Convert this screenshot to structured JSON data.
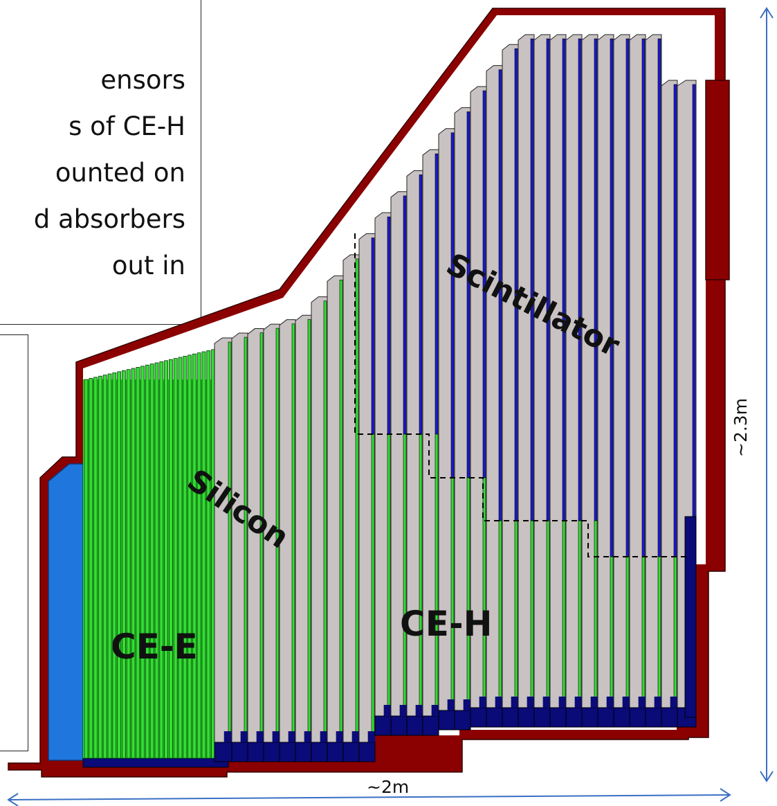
{
  "caption": {
    "lines": [
      "ensors",
      "s of CE-H",
      "ounted on",
      "d absorbers",
      "out in"
    ]
  },
  "labels": {
    "ce_e": "CE-E",
    "ce_h": "CE-H",
    "silicon": "Silicon",
    "scintillator": "Scintillator"
  },
  "dimensions": {
    "width": "~2m",
    "height": "~2.3m"
  },
  "colors": {
    "shell": "#8B0000",
    "absorber": "#C9C2C2",
    "silicon_layer": "#33DD33",
    "scintillator_layer": "#1A1AD0",
    "base": "#0A0A78",
    "moderator": "#1F77DD",
    "arrow": "#3A6FC4",
    "boundary": "#000000"
  }
}
